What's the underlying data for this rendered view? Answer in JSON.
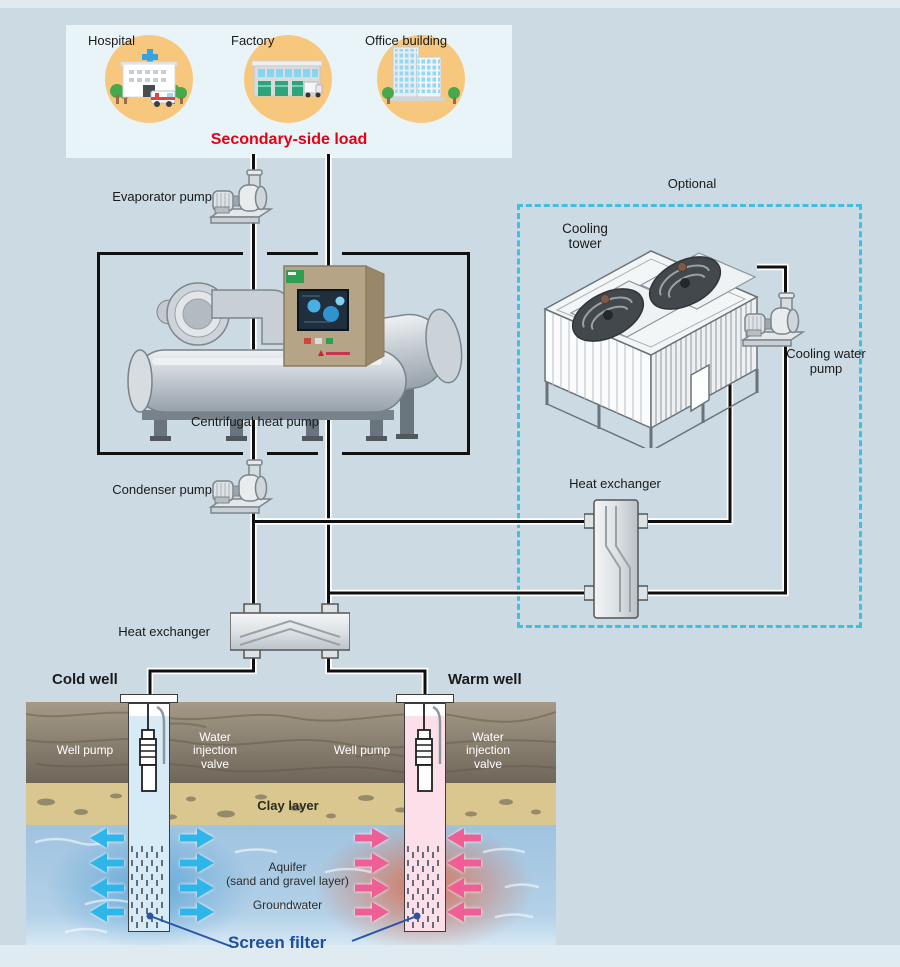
{
  "secondary_load": {
    "caption": "Secondary-side load",
    "buildings": [
      {
        "label": "Hospital"
      },
      {
        "label": "Factory"
      },
      {
        "label": "Office building"
      }
    ]
  },
  "labels": {
    "evaporator_pump": "Evaporator pump",
    "condenser_pump": "Condenser pump",
    "centrifugal_heat_pump": "Centrifugal heat pump",
    "optional": "Optional",
    "cooling_tower": "Cooling tower",
    "cooling_water_pump": "Cooling water pump",
    "heat_exchanger": "Heat exchanger",
    "cold_well": "Cold well",
    "warm_well": "Warm well",
    "well_pump": "Well pump",
    "water_injection_valve": "Water injection valve",
    "clay_layer": "Clay layer",
    "aquifer_line1": "Aquifer",
    "aquifer_line2": "(sand and gravel layer)",
    "groundwater": "Groundwater",
    "screen_filter": "Screen filter"
  },
  "icons": {
    "hospital": "hospital-building-icon",
    "factory": "factory-building-icon",
    "office": "office-building-icon",
    "pump": "pump-icon",
    "cooling_tower": "cooling-tower-icon",
    "heat_pump": "centrifugal-heat-pump-icon",
    "heat_exchanger": "heat-exchanger-icon",
    "well_pump": "well-pump-icon"
  },
  "colors": {
    "background": "#ccdae3",
    "secondary_box": "#e9f4f9",
    "building_circle": "#f8c77e",
    "caption_red": "#e60012",
    "pipe": "#0f0f0f",
    "optional_dash": "#41bfe2",
    "cold_arrow": "#2eb6ea",
    "warm_arrow": "#ef5f95",
    "screen_filter_blue": "#1c4fa0",
    "clay": "#dac78f",
    "aquifer": "#a9c9e3"
  }
}
